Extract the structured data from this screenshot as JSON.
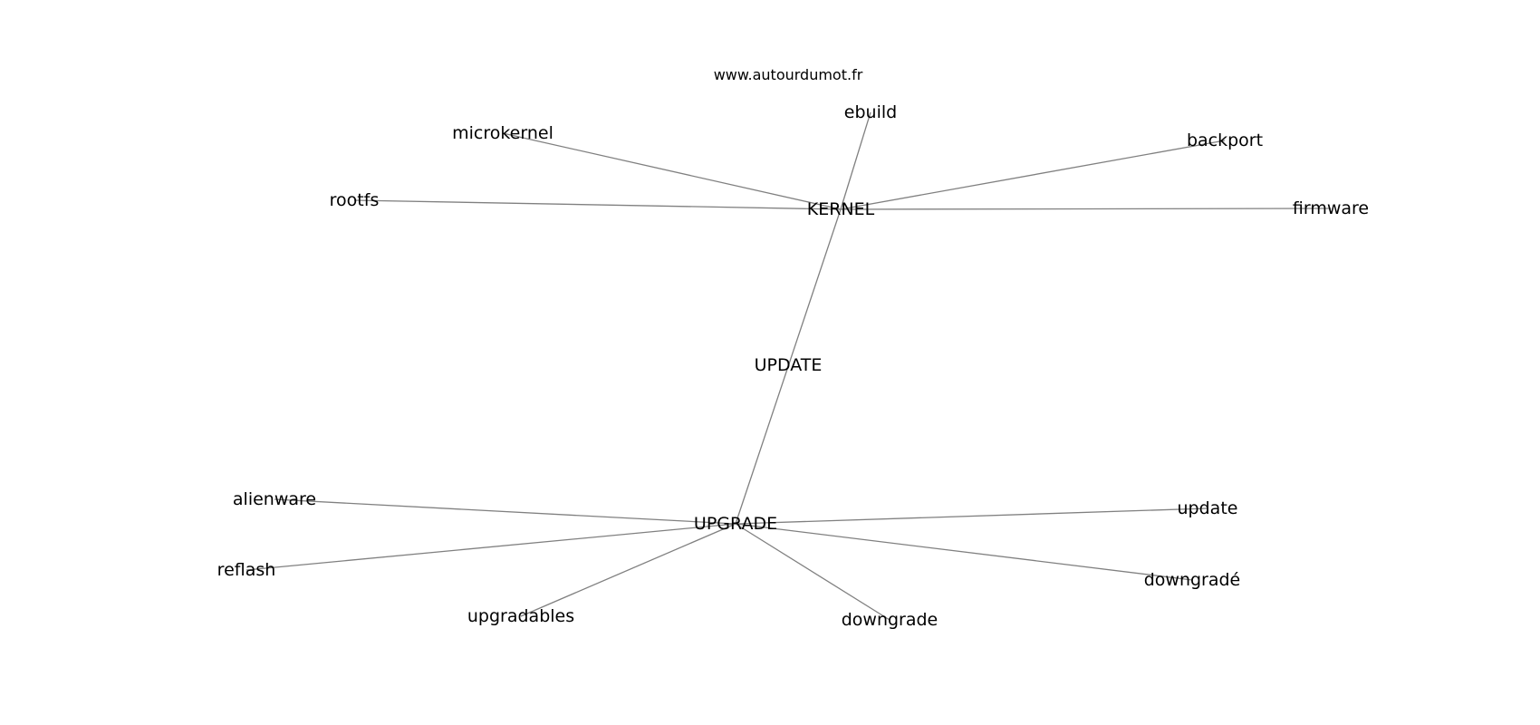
{
  "source": "www.autourdumot.fr",
  "colors": {
    "edge": "#808080",
    "text": "#000000",
    "background": "#ffffff"
  },
  "nodes": [
    {
      "id": "kernel",
      "label": "KERNEL"
    },
    {
      "id": "update-hub",
      "label": "UPDATE"
    },
    {
      "id": "upgrade",
      "label": "UPGRADE"
    },
    {
      "id": "ebuild",
      "label": "ebuild"
    },
    {
      "id": "microkernel",
      "label": "microkernel"
    },
    {
      "id": "backport",
      "label": "backport"
    },
    {
      "id": "rootfs",
      "label": "rootfs"
    },
    {
      "id": "firmware",
      "label": "firmware"
    },
    {
      "id": "alienware",
      "label": "alienware"
    },
    {
      "id": "update",
      "label": "update"
    },
    {
      "id": "reflash",
      "label": "reflash"
    },
    {
      "id": "downgrade-accent",
      "label": "downgradé"
    },
    {
      "id": "upgradables",
      "label": "upgradables"
    },
    {
      "id": "downgrade",
      "label": "downgrade"
    }
  ],
  "edges": [
    [
      "kernel",
      "ebuild"
    ],
    [
      "kernel",
      "microkernel"
    ],
    [
      "kernel",
      "backport"
    ],
    [
      "kernel",
      "rootfs"
    ],
    [
      "kernel",
      "firmware"
    ],
    [
      "kernel",
      "upgrade"
    ],
    [
      "upgrade",
      "alienware"
    ],
    [
      "upgrade",
      "update"
    ],
    [
      "upgrade",
      "reflash"
    ],
    [
      "upgrade",
      "downgrade-accent"
    ],
    [
      "upgrade",
      "upgradables"
    ],
    [
      "upgrade",
      "downgrade"
    ]
  ]
}
